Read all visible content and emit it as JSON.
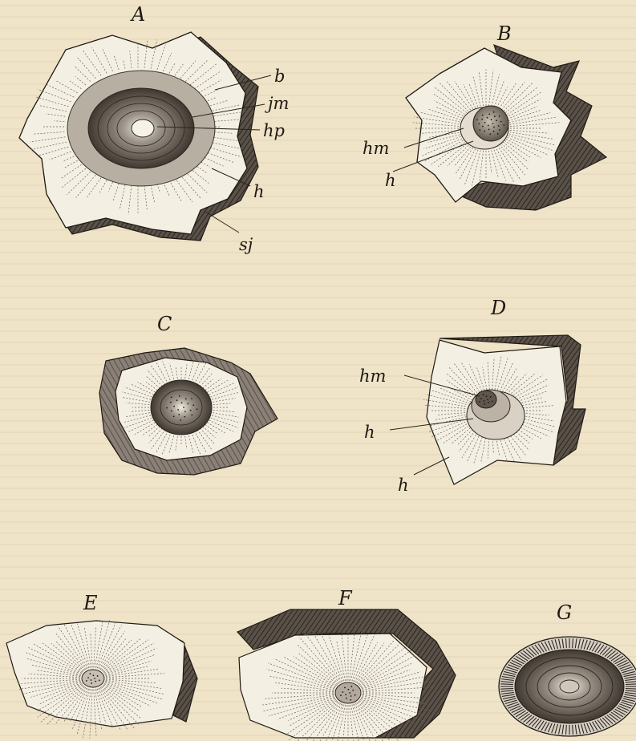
{
  "plate": {
    "background": "#efe3c8",
    "ink": "#1e1a14"
  },
  "figures": {
    "A": {
      "letter": "A",
      "labels": {
        "b": "b",
        "jm": "jm",
        "hp": "hp",
        "h": "h",
        "sj": "sj"
      }
    },
    "B": {
      "letter": "B",
      "labels": {
        "hm": "hm",
        "h": "h"
      }
    },
    "C": {
      "letter": "C"
    },
    "D": {
      "letter": "D",
      "labels": {
        "hm": "hm",
        "h1": "h",
        "h2": "h"
      }
    },
    "E": {
      "letter": "E"
    },
    "F": {
      "letter": "F"
    },
    "G": {
      "letter": "G"
    }
  }
}
